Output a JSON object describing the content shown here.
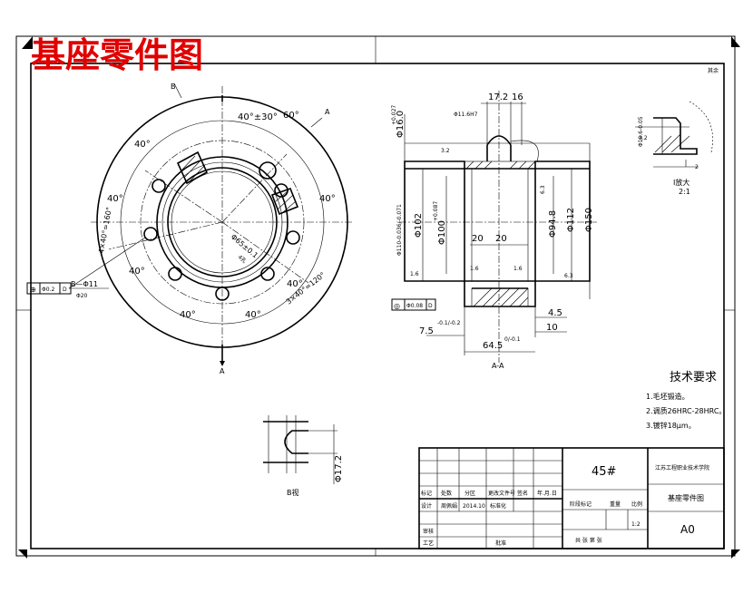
{
  "title": "基座零件图",
  "corner_note": "其余",
  "front_view": {
    "angle_labels": [
      "40°",
      "60°",
      "40°±30°",
      "40°",
      "40°",
      "40°",
      "40°",
      "40°",
      "40°"
    ],
    "pattern_left": "4×40°=160°",
    "pattern_right": "3×40°=120°",
    "hole_label": "Φ65±0.1",
    "hole_depth": "4孔",
    "section_mark_top": "A",
    "section_mark_bottom": "A",
    "view_mark_b": "B",
    "small_hole": "B—Φ11",
    "small_hole_sub": "Φ20",
    "tolerance_frame": [
      "⊕",
      "Φ0.2",
      "D"
    ]
  },
  "section_view": {
    "label": "A-A",
    "dims_top": [
      "17.2",
      "16"
    ],
    "d16": "Φ16.0",
    "d16_tol": "+0.027",
    "rough": "3.2",
    "d110": "Φ110-0.036/-0.071",
    "d102": "Φ102",
    "d100": "Φ100",
    "d100_tol": "+0.087",
    "d94": "Φ94.8",
    "d112": "Φ112",
    "d150": "Φ150",
    "w20a": "20",
    "w20b": "20",
    "r16a": "1.6",
    "r16b": "1.6",
    "r16c": "1.6",
    "r63a": "6.3",
    "r63b": "6.3",
    "d45": "4.5",
    "d10": "10",
    "d75": "7.5",
    "d75_tol": "-0.1/-0.2",
    "d645": "64.5",
    "d645_tol": "0/-0.1",
    "chamfer": "Φ11.6H7",
    "tol_frame": [
      "◎",
      "Φ0.08",
      "D"
    ]
  },
  "detail": {
    "label": "Ⅰ放大",
    "scale": "2:1",
    "dim1": "Φ10.6-0.05",
    "rough": "3.2",
    "d2": "2"
  },
  "view_b": {
    "label": "B视",
    "dim": "Φ17.2"
  },
  "tech_req": {
    "heading": "技术要求",
    "items": [
      "1.毛坯锻造。",
      "2.调质26HRC-28HRC。",
      "3.镀锌18μm。"
    ]
  },
  "title_block": {
    "material": "45#",
    "school": "江苏工程职业技术学院",
    "part_name": "基座零件图",
    "drawing_no": "A0",
    "scale": "1:2",
    "header_cells": [
      "标记",
      "处数",
      "分区",
      "更改文件号",
      "签名",
      "年.月.日"
    ],
    "design_row": [
      "设计",
      "周佩娟",
      "2014.10",
      "标准化"
    ],
    "stage_row": [
      "阶段标记",
      "重量",
      "比例"
    ],
    "review": "审核",
    "process": "工艺",
    "approve": "批准",
    "sheet": "共  张  第  张"
  }
}
